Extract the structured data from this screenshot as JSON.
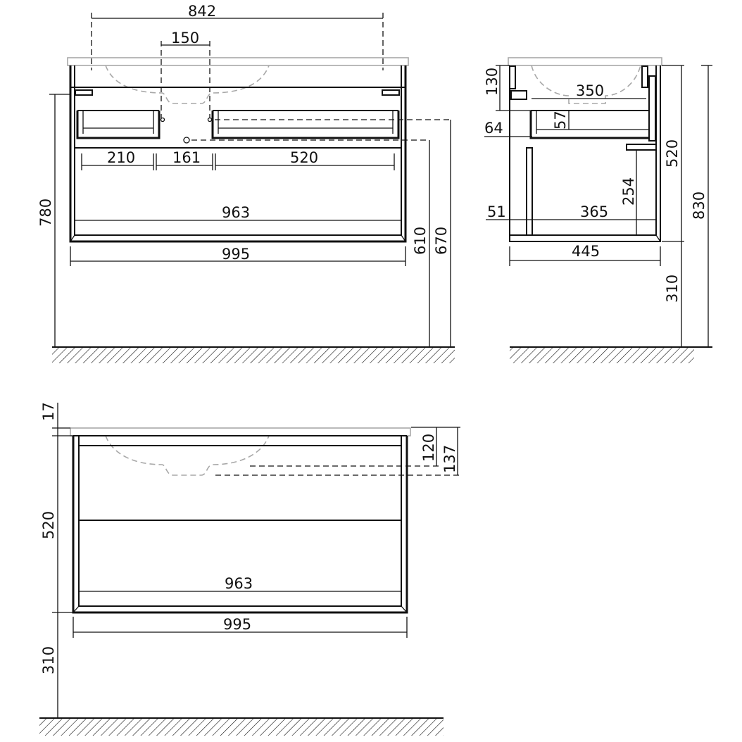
{
  "front_view": {
    "labels": {
      "d842": "842",
      "d150": "150",
      "d210": "210",
      "d161": "161",
      "d520": "520",
      "d963": "963",
      "d995": "995",
      "d780": "780",
      "d610": "610",
      "d670": "670"
    }
  },
  "side_view": {
    "labels": {
      "d130": "130",
      "d350": "350",
      "d57": "57",
      "d64": "64",
      "d51": "51",
      "d365": "365",
      "d254": "254",
      "d445": "445",
      "d520": "520",
      "d830": "830",
      "d310": "310"
    }
  },
  "closed_view": {
    "labels": {
      "d17": "17",
      "d120": "120",
      "d137": "137",
      "d520": "520",
      "d963": "963",
      "d995": "995",
      "d310": "310"
    }
  }
}
